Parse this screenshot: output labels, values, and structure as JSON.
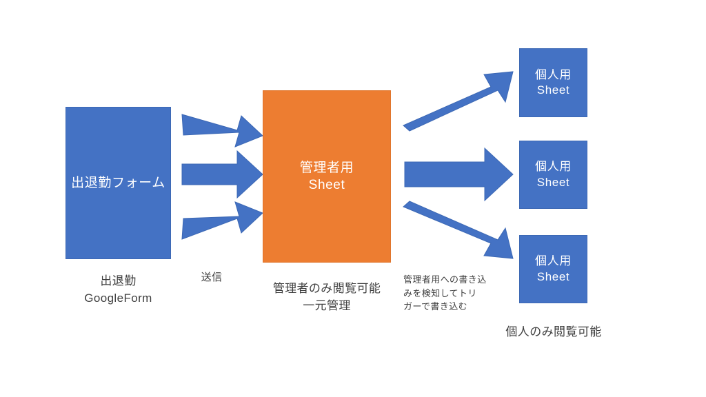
{
  "diagram": {
    "background_color": "#ffffff",
    "accent_blue": "#4472C4",
    "accent_orange": "#ED7D31",
    "text_color": "#3F3F3F",
    "nodes": {
      "form": {
        "label": "出退勤フォーム",
        "caption": "出退勤\nGoogleForm"
      },
      "admin_sheet": {
        "label": "管理者用\nSheet",
        "caption": "管理者のみ閲覧可能\n一元管理"
      },
      "personal_sheet_1": {
        "label": "個人用\nSheet"
      },
      "personal_sheet_2": {
        "label": "個人用\nSheet"
      },
      "personal_sheet_3": {
        "label": "個人用\nSheet"
      },
      "personal_caption": "個人のみ閲覧可能"
    },
    "edge_labels": {
      "submit": "送信",
      "trigger": "管理者用への書き込\nみを検知してトリ\nガーで書き込む"
    },
    "arrows": {
      "form_to_admin_top": "arrow-right-down",
      "form_to_admin_middle": "arrow-right",
      "form_to_admin_bottom": "arrow-right-up",
      "admin_to_personal_top": "arrow-up-right",
      "admin_to_personal_middle": "arrow-right",
      "admin_to_personal_bottom": "arrow-down-right"
    }
  }
}
